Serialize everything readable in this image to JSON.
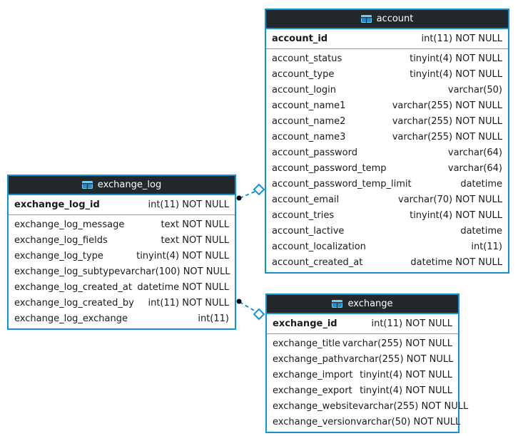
{
  "diagram": {
    "kind": "database-eer-diagram",
    "colors": {
      "table_border": "#1491d2",
      "header_bg": "#23282b",
      "header_text": "#ffffff",
      "row_text": "#1a1a1a",
      "pk_separator": "#9b9b9b",
      "connector_line": "#1491d2",
      "connector_dot": "#000000",
      "icon_blue_light": "#6fcdf4",
      "icon_blue_dark": "#1b8fd0"
    }
  },
  "tables": [
    {
      "title": "exchange_log",
      "pk": {
        "name": "exchange_log_id",
        "type": "int(11) NOT NULL"
      },
      "columns": [
        {
          "name": "exchange_log_message",
          "type": "text NOT NULL"
        },
        {
          "name": "exchange_log_fields",
          "type": "text NOT NULL"
        },
        {
          "name": "exchange_log_type",
          "type": "tinyint(4) NOT NULL"
        },
        {
          "name": "exchange_log_subtype",
          "type": "varchar(100) NOT NULL"
        },
        {
          "name": "exchange_log_created_at",
          "type": "datetime NOT NULL"
        },
        {
          "name": "exchange_log_created_by",
          "type": "int(11) NOT NULL"
        },
        {
          "name": "exchange_log_exchange",
          "type": "int(11)"
        }
      ]
    },
    {
      "title": "account",
      "pk": {
        "name": "account_id",
        "type": "int(11) NOT NULL"
      },
      "columns": [
        {
          "name": "account_status",
          "type": "tinyint(4) NOT NULL"
        },
        {
          "name": "account_type",
          "type": "tinyint(4) NOT NULL"
        },
        {
          "name": "account_login",
          "type": "varchar(50)"
        },
        {
          "name": "account_name1",
          "type": "varchar(255) NOT NULL"
        },
        {
          "name": "account_name2",
          "type": "varchar(255) NOT NULL"
        },
        {
          "name": "account_name3",
          "type": "varchar(255) NOT NULL"
        },
        {
          "name": "account_password",
          "type": "varchar(64)"
        },
        {
          "name": "account_password_temp",
          "type": "varchar(64)"
        },
        {
          "name": "account_password_temp_limit",
          "type": "datetime"
        },
        {
          "name": "account_email",
          "type": "varchar(70) NOT NULL"
        },
        {
          "name": "account_tries",
          "type": "tinyint(4) NOT NULL"
        },
        {
          "name": "account_lactive",
          "type": "datetime"
        },
        {
          "name": "account_localization",
          "type": "int(11)"
        },
        {
          "name": "account_created_at",
          "type": "datetime NOT NULL"
        }
      ]
    },
    {
      "title": "exchange",
      "pk": {
        "name": "exchange_id",
        "type": "int(11) NOT NULL"
      },
      "columns": [
        {
          "name": "exchange_title",
          "type": "varchar(255) NOT NULL"
        },
        {
          "name": "exchange_path",
          "type": "varchar(255) NOT NULL"
        },
        {
          "name": "exchange_import",
          "type": "tinyint(4) NOT NULL"
        },
        {
          "name": "exchange_export",
          "type": "tinyint(4) NOT NULL"
        },
        {
          "name": "exchange_website",
          "type": "varchar(255) NOT NULL"
        },
        {
          "name": "exchange_version",
          "type": "varchar(50) NOT NULL"
        }
      ]
    }
  ],
  "relationships": [
    {
      "source_table": "exchange_log",
      "target_table": "account",
      "line_style": "dashed",
      "source_marker": "dot",
      "target_marker": "open-diamond"
    },
    {
      "source_table": "exchange_log",
      "target_table": "exchange",
      "line_style": "dashed",
      "source_marker": "dot",
      "target_marker": "open-diamond"
    }
  ]
}
